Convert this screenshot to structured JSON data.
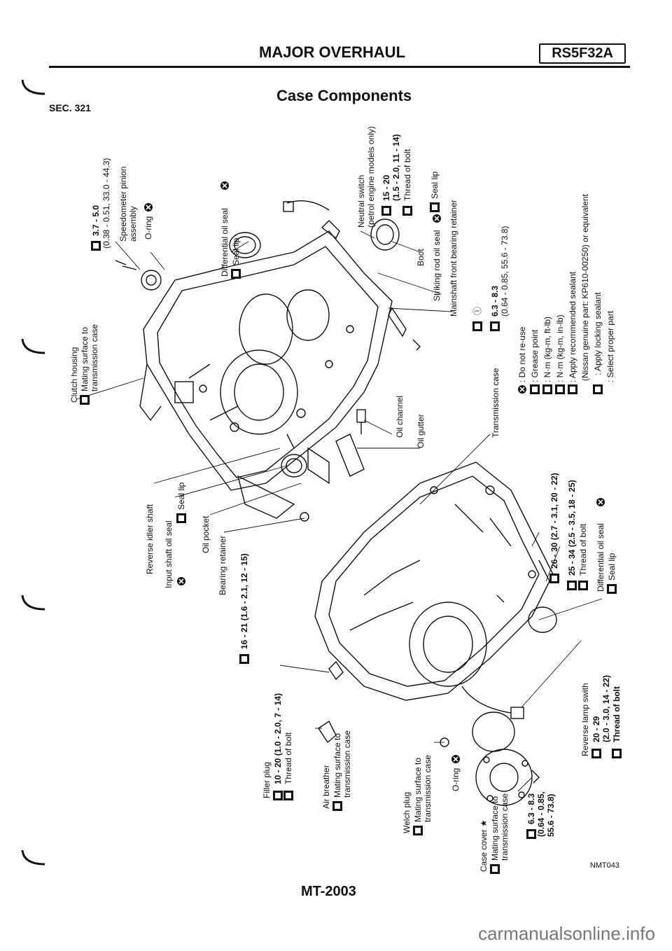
{
  "header": {
    "title": "MAJOR OVERHAUL",
    "badge": "RS5F32A"
  },
  "section": "SEC. 321",
  "page_title": "Case Components",
  "callouts": {
    "torque_speedo": "3.7 - 5.0",
    "torque_speedo_alt": "(0.38 - 0.51, 33.0 - 44.3)",
    "speedo_pinion_1": "Speedometer pinion",
    "speedo_pinion_2": "assembly",
    "oring": "O-ring",
    "diff_seal": "Differential oil seal",
    "seal_lip": "Seal lip",
    "neutral_1": "Neutral switch",
    "neutral_2": "(petrol engine models only)",
    "neutral_torque": "15 - 20",
    "neutral_torque_alt": "(1.5 - 2.0, 11 - 14)",
    "thread_of_bolt": "Thread of bolt",
    "boot": "Boot",
    "striking_rod_seal": "Striking rod oil seal",
    "mainshaft_retainer": "Mainshaft front bearing retainer",
    "torque_63": "6.3 - 8.3",
    "torque_63_alt": "(0.64 - 0.85, 55.6 - 73.8)",
    "clutch_1": "Clutch housing",
    "mating_1": "Mating surface to",
    "mating_2": "transmission case",
    "oil_channel": "Oil channel",
    "oil_gutter": "Oil gutter",
    "trans_case": "Transmission case",
    "reverse_idler": "Reverse idler shaft",
    "input_seal": "Input shaft oil seal",
    "oil_pocket": "Oil pocket",
    "bearing_retainer": "Bearing retainer",
    "torque_16": "16 - 21 (1.6 - 2.1, 12 - 15)",
    "torque_26": "26 - 30 (2.7 - 3.1, 20 - 22)",
    "torque_25": "25 - 34 (2.5 - 3.5, 18 - 25)",
    "filler_plug": "Filler plug",
    "torque_10": "10 - 20 (1.0 - 2.0, 7 - 14)",
    "air_breather": "Air breather",
    "welch_plug": "Welch plug",
    "case_cover": "Case cover ★",
    "torque_cover_1": "6.3 - 8.3",
    "torque_cover_2": "(0.64 - 0.85,",
    "torque_cover_3": "55.6 - 73.8)",
    "reverse_lamp": "Reverse lamp swith",
    "torque_20": "20 - 29",
    "torque_20_alt": "(2.0 - 3.0, 14 - 22)"
  },
  "legend": [
    ": Do not re-use",
    ": Grease point",
    ": N·m (kg-m, ft-lb)",
    ": N·m (kg-m, in-lb)",
    ": Apply recommended sealant",
    "(Nissan genuine part: KP610-00250) or equivalent",
    ": Apply locking sealant",
    ": Select proper part"
  ],
  "figure_id": "NMT043",
  "page_number": "MT-2003",
  "watermark": "carmanualsonline.info"
}
